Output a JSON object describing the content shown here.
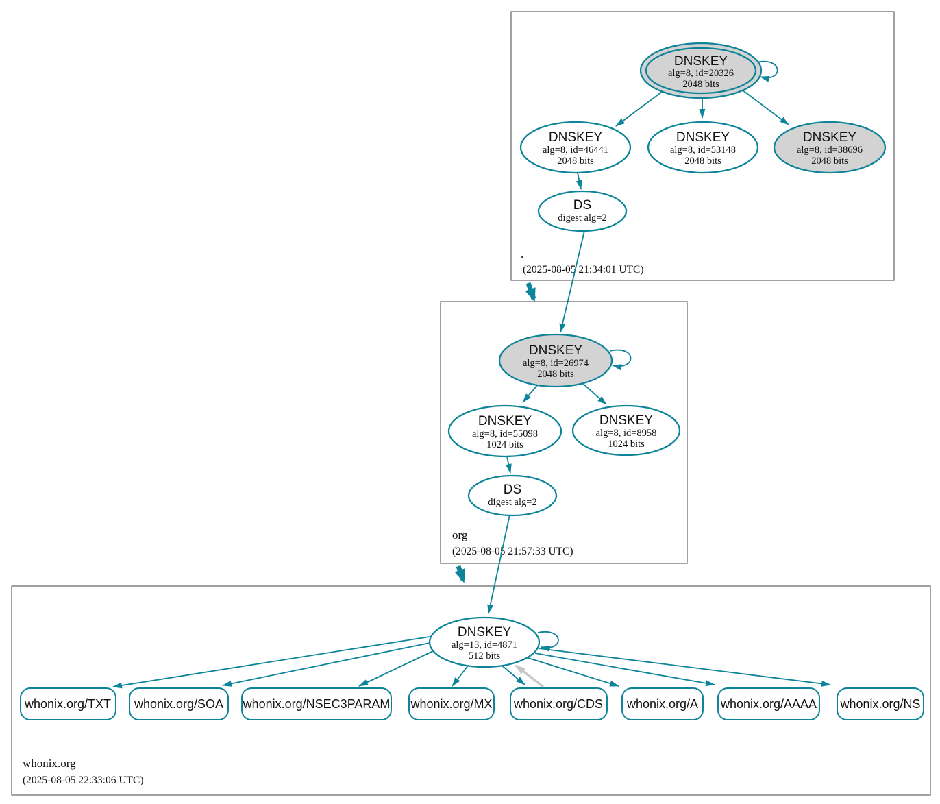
{
  "colors": {
    "edge_teal": "#0d8499",
    "node_fill_gray": "#d3d3d3",
    "node_fill_white": "#ffffff",
    "edge_gray": "#c8c8c8",
    "zone_box_border": "#6e6e6e",
    "text": "#111111"
  },
  "zones": [
    {
      "label": ".",
      "timestamp": "(2025-08-05 21:34:01 UTC)",
      "nodes": {
        "ksk": {
          "title": "DNSKEY",
          "detail": "alg=8, id=20326",
          "bits": "2048 bits"
        },
        "zsk1": {
          "title": "DNSKEY",
          "detail": "alg=8, id=46441",
          "bits": "2048 bits"
        },
        "zsk2": {
          "title": "DNSKEY",
          "detail": "alg=8, id=53148",
          "bits": "2048 bits"
        },
        "zsk3": {
          "title": "DNSKEY",
          "detail": "alg=8, id=38696",
          "bits": "2048 bits"
        },
        "ds": {
          "title": "DS",
          "detail": "digest alg=2"
        }
      }
    },
    {
      "label": "org",
      "timestamp": "(2025-08-05 21:57:33 UTC)",
      "nodes": {
        "ksk": {
          "title": "DNSKEY",
          "detail": "alg=8, id=26974",
          "bits": "2048 bits"
        },
        "zsk1": {
          "title": "DNSKEY",
          "detail": "alg=8, id=55098",
          "bits": "1024 bits"
        },
        "zsk2": {
          "title": "DNSKEY",
          "detail": "alg=8, id=8958",
          "bits": "1024 bits"
        },
        "ds": {
          "title": "DS",
          "detail": "digest alg=2"
        }
      }
    },
    {
      "label": "whonix.org",
      "timestamp": "(2025-08-05 22:33:06 UTC)",
      "nodes": {
        "ksk": {
          "title": "DNSKEY",
          "detail": "alg=13, id=4871",
          "bits": "512 bits"
        }
      },
      "rrsets": [
        "whonix.org/TXT",
        "whonix.org/SOA",
        "whonix.org/NSEC3PARAM",
        "whonix.org/MX",
        "whonix.org/CDS",
        "whonix.org/A",
        "whonix.org/AAAA",
        "whonix.org/NS"
      ]
    }
  ]
}
